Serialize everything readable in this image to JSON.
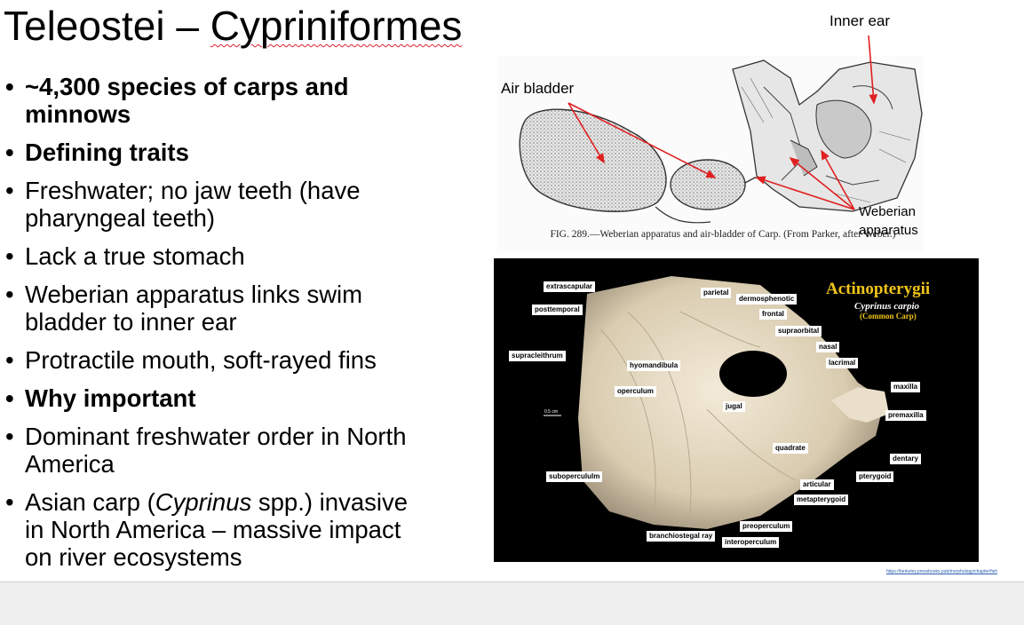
{
  "title_plain": "Teleostei – ",
  "title_underlined": "Cypriniformes",
  "bullets": [
    {
      "text": "~4,300 species of carps and minnows",
      "bold": true
    },
    {
      "text": "Defining traits",
      "bold": true
    },
    {
      "text": "Freshwater; no jaw teeth (have pharyngeal teeth)",
      "bold": false
    },
    {
      "text": "Lack a true stomach",
      "bold": false
    },
    {
      "text": "Weberian apparatus links swim bladder to inner ear",
      "bold": false
    },
    {
      "text": "Protractile mouth, soft-rayed fins",
      "bold": false
    },
    {
      "text": "Why important",
      "bold": true
    },
    {
      "text": "Dominant freshwater order in North America",
      "bold": false
    }
  ],
  "last_bullet": {
    "before": "Asian carp (",
    "italic": "Cyprinus",
    "after": " spp.) invasive in North America – massive impact on river ecosystems"
  },
  "figure1": {
    "label_inner_ear": "Inner ear",
    "label_air_bladder": "Air bladder",
    "label_weberian_1": "Weberian",
    "label_weberian_2": "apparatus",
    "caption_line1": "FIG. 289.—Weberian apparatus and air-bladder of Carp. (From Parker, after Weber.)"
  },
  "figure2": {
    "title": "Actinopterygii",
    "species": "Cyprinus carpio",
    "common": "(Common Carp)",
    "scale": "0.5 cm",
    "labels": [
      "extrascapular",
      "parietal",
      "dermosphenotic",
      "posttemporal",
      "frontal",
      "supraorbital",
      "nasal",
      "supracleithrum",
      "hyomandibula",
      "lacrimal",
      "operculum",
      "maxilla",
      "jugal",
      "premaxilla",
      "quadrate",
      "dentary",
      "subopercululm",
      "articular",
      "pterygoid",
      "metapterygoid",
      "preoperculum",
      "branchiostegal ray",
      "interoperculum"
    ]
  },
  "source_link": "https://berkeley.pressbooks.pub/morphology/chapter/fish"
}
